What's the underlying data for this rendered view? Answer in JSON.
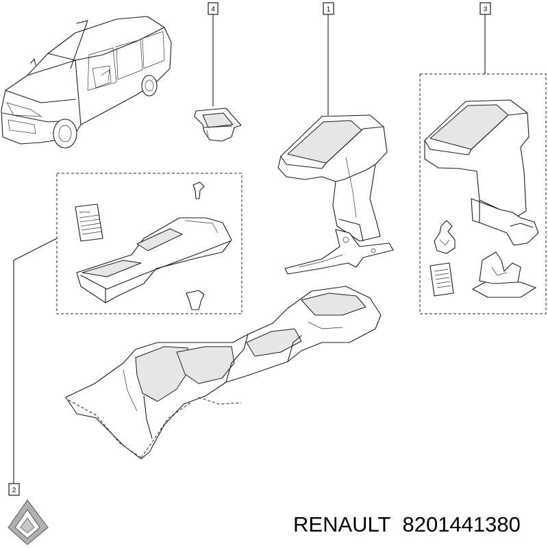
{
  "callouts": [
    {
      "id": "1",
      "label": "1"
    },
    {
      "id": "2",
      "label": "2"
    },
    {
      "id": "3",
      "label": "3"
    },
    {
      "id": "4",
      "label": "4"
    }
  ],
  "caption": {
    "brand": "RENAULT",
    "part_number": "8201441380"
  },
  "leaflet_text": "NOTICE",
  "logo_icon": "renault-diamond-logo-icon",
  "colors": {
    "line": "#1a1a1a",
    "background": "#ffffff"
  }
}
